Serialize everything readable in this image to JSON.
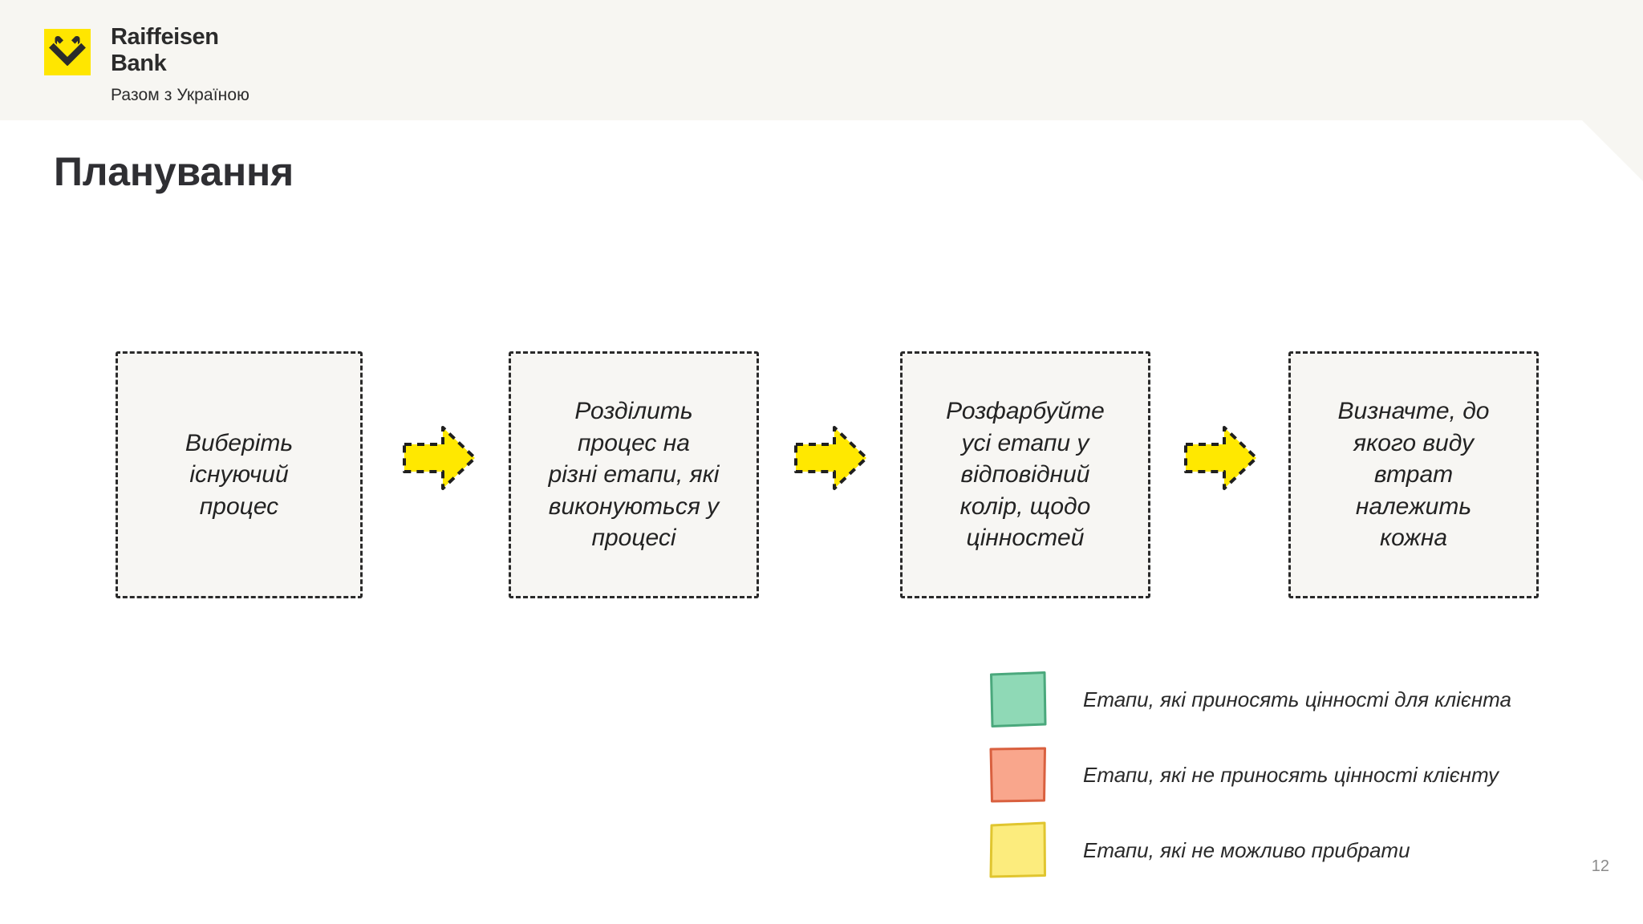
{
  "brand": {
    "logo_icon": "raiffeisen-gable-cross-icon",
    "logo_bg": "#ffe600",
    "name_line_1": "Raiffeisen",
    "name_line_2": "Bank",
    "tagline": "Разом з Україною"
  },
  "slide": {
    "title": "Планування",
    "page_number": "12",
    "background": "#f7f6f2",
    "sheet_background": "#ffffff"
  },
  "flow": {
    "arrow_color": "#ffe800",
    "arrow_outline": "#1f1f1f",
    "arrow_icon": "right-arrow-icon",
    "steps": [
      {
        "text": "Виберіть\nіснуючий\nпроцес"
      },
      {
        "text": "Розділить\nпроцес на\nрізні етапи, які\nвиконуються у\nпроцесі"
      },
      {
        "text": "Розфарбуйте\nусі етапи у\nвідповідний\nколір, щодо\nцінностей"
      },
      {
        "text": "Визначте, до\nякого виду\nвтрат\nналежить\nкожна"
      }
    ]
  },
  "legend": {
    "items": [
      {
        "color": "#8fd9b6",
        "stroke": "#4aa87c",
        "label": "Етапи, які приносять цінності для клієнта"
      },
      {
        "color": "#f9a68c",
        "stroke": "#d9603f",
        "label": "Етапи, які не приносять цінності клієнту"
      },
      {
        "color": "#fcec7d",
        "stroke": "#e0c52f",
        "label": "Етапи, які не можливо прибрати"
      }
    ]
  }
}
